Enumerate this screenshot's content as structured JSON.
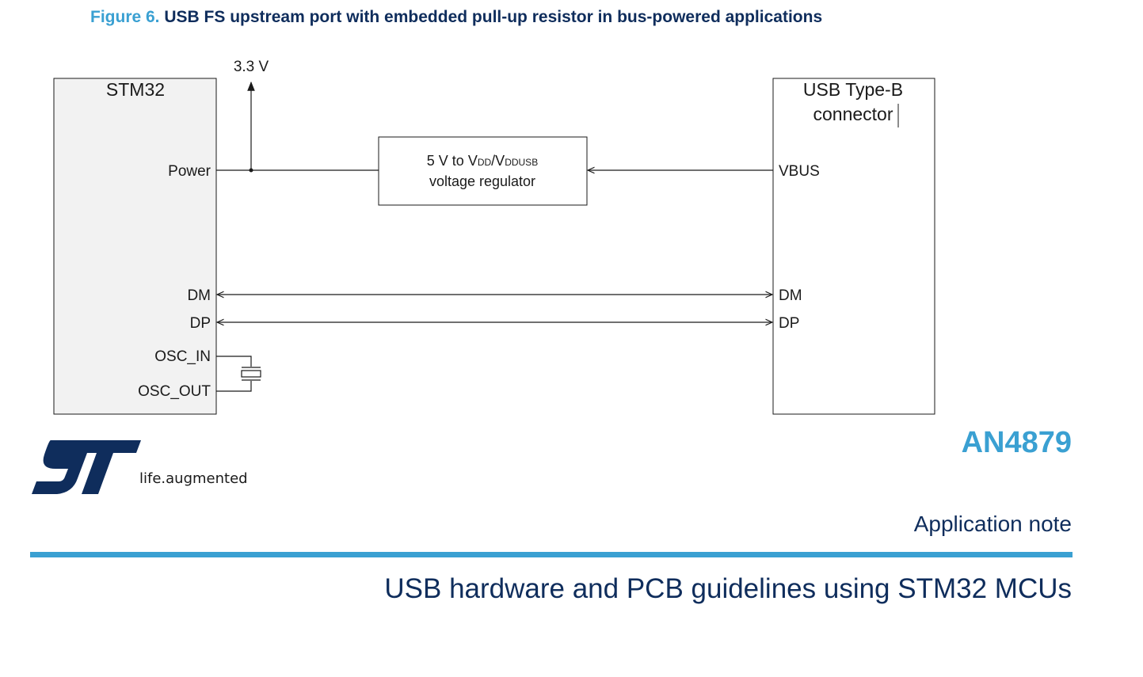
{
  "figure": {
    "number": "Figure 6.",
    "caption": "USB FS upstream port with embedded pull-up resistor in bus-powered applications"
  },
  "diagram": {
    "supply_label": "3.3 V",
    "mcu": {
      "title": "STM32",
      "pins": {
        "power": "Power",
        "dm": "DM",
        "dp": "DP",
        "osc_in": "OSC_IN",
        "osc_out": "OSC_OUT"
      }
    },
    "regulator": {
      "line1_prefix": "5 V to V",
      "line1_sub1": "DD",
      "line1_sep": "/V",
      "line1_sub2": "DDUSB",
      "line2": "voltage regulator"
    },
    "connector": {
      "title_line1": "USB Type-B",
      "title_line2": "connector",
      "pins": {
        "vbus": "VBUS",
        "dm": "DM",
        "dp": "DP"
      }
    }
  },
  "footer": {
    "tagline": "life.augmented",
    "doc_id": "AN4879",
    "doc_type": "Application note",
    "doc_title": "USB hardware and PCB guidelines using STM32 MCUs"
  },
  "colors": {
    "accent": "#3aa0d2",
    "navy": "#0f2d5c",
    "line": "#1a1a1a",
    "mcu_fill": "#f2f2f2"
  },
  "icons": {
    "logo": "st-logo-icon"
  }
}
